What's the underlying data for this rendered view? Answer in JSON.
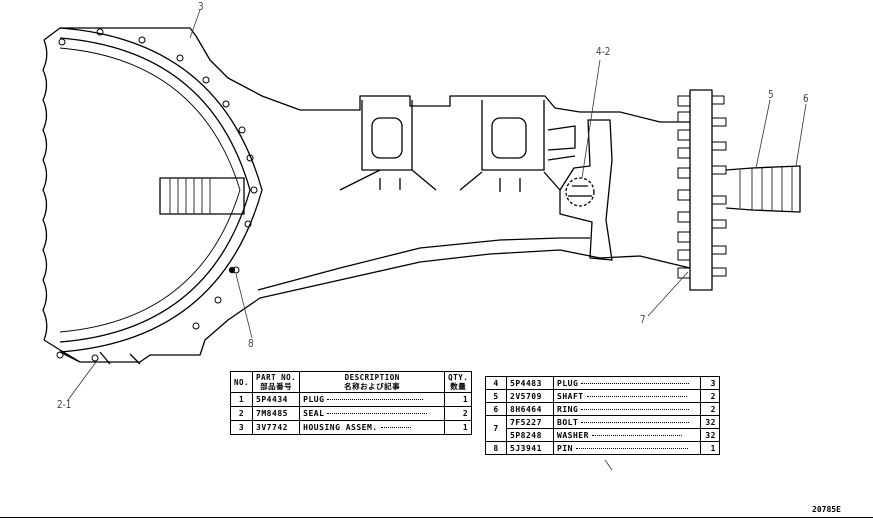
{
  "callouts": {
    "c3": "3",
    "c4_2": "4-2",
    "c5": "5",
    "c6": "6",
    "c7": "7",
    "c8": "8",
    "c2_1": "2-1"
  },
  "parts_table_1": {
    "header_no": "NO.",
    "header_part_no": "PART NO.",
    "header_part_no_jp": "部品番号",
    "header_desc": "DESCRIPTION",
    "header_desc_jp": "名称および記事",
    "header_qty": "QTY.",
    "header_qty_jp": "数量",
    "rows": [
      {
        "no": "1",
        "part": "5P4434",
        "desc": "PLUG",
        "qty": "1"
      },
      {
        "no": "2",
        "part": "7M8485",
        "desc": "SEAL",
        "qty": "2"
      },
      {
        "no": "3",
        "part": "3V7742",
        "desc": "HOUSING ASSEM.",
        "qty": "1"
      }
    ]
  },
  "parts_table_2": {
    "rows": [
      {
        "no": "4",
        "part": "5P4483",
        "desc": "PLUG",
        "qty": "3"
      },
      {
        "no": "5",
        "part": "2V5709",
        "desc": "SHAFT",
        "qty": "2"
      },
      {
        "no": "6",
        "part": "8H6464",
        "desc": "RING",
        "qty": "2"
      },
      {
        "no": "7",
        "part": "7F5227",
        "desc": "BOLT",
        "qty": "32"
      },
      {
        "no": "",
        "part": "5P8248",
        "desc": "WASHER",
        "qty": "32"
      },
      {
        "no": "8",
        "part": "5J3941",
        "desc": "PIN",
        "qty": "1"
      }
    ]
  },
  "figure_number": "20785E"
}
